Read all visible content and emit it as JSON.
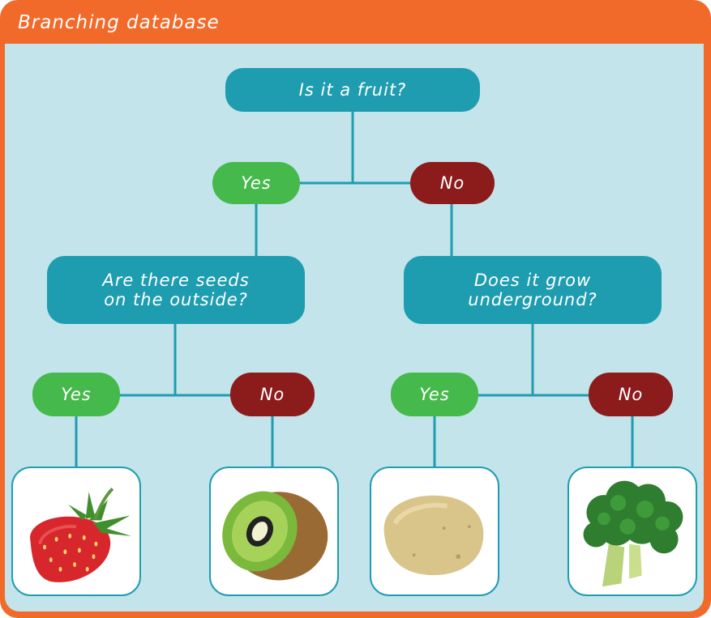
{
  "title": "Branching database",
  "colors": {
    "frame": "#f26a2a",
    "panel": "#c3e4ea",
    "question": "#1f9db0",
    "yes": "#46b94c",
    "no": "#8c1b1c",
    "connector": "#1f9db0"
  },
  "root": {
    "question": "Is it a fruit?"
  },
  "level1": {
    "yes_label": "Yes",
    "no_label": "No"
  },
  "left_question": {
    "line1": "Are there seeds",
    "line2": "on the outside?"
  },
  "right_question": {
    "line1": "Does it grow",
    "line2": "underground?"
  },
  "level2": {
    "left_yes": "Yes",
    "left_no": "No",
    "right_yes": "Yes",
    "right_no": "No"
  },
  "results": [
    {
      "icon": "strawberry-icon"
    },
    {
      "icon": "kiwi-icon"
    },
    {
      "icon": "potato-icon"
    },
    {
      "icon": "broccoli-icon"
    }
  ]
}
